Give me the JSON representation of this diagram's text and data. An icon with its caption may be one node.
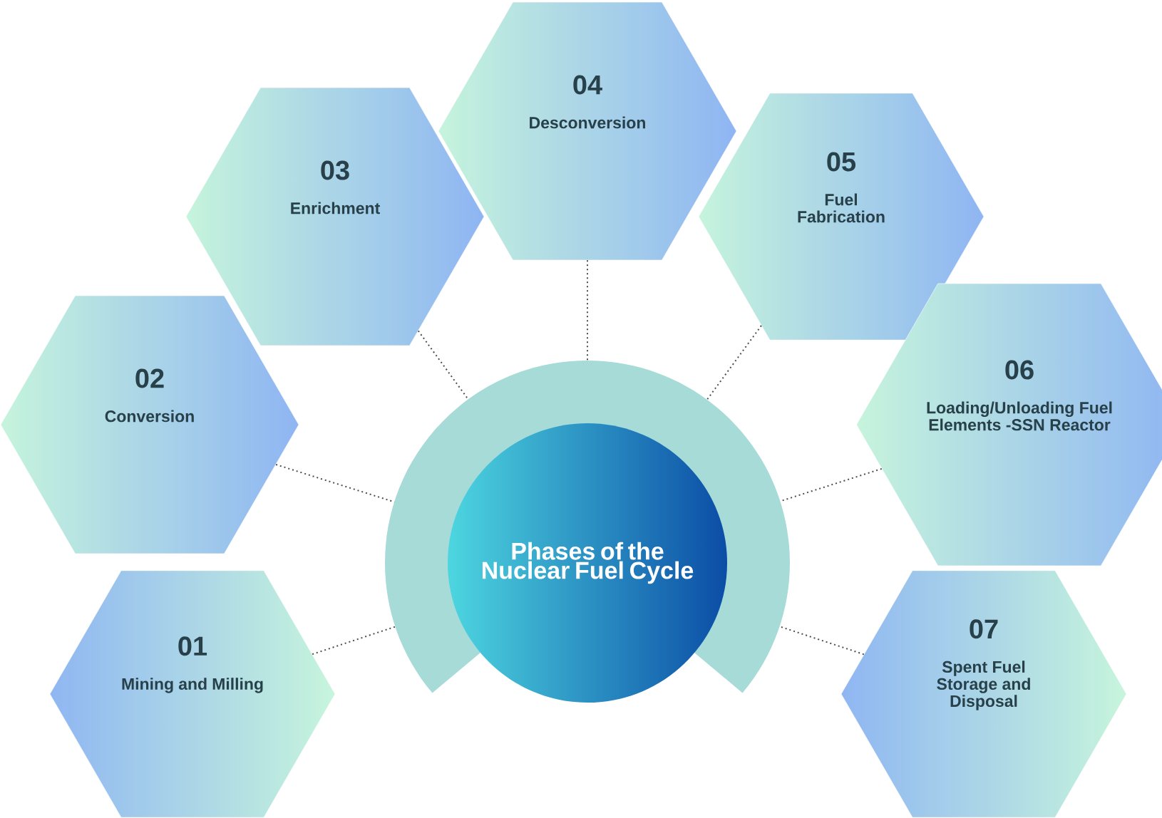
{
  "diagram": {
    "nodes": [
      {
        "text": [
          "Phases of the Nuclear Fuel Cycle"
        ]
      },
      {
        "text": [
          "01",
          "Mining and Milling"
        ]
      },
      {
        "text": [
          "02",
          "Conversion"
        ]
      },
      {
        "text": [
          "03",
          "Enrichment"
        ]
      },
      {
        "text": [
          "04",
          "Desconversion"
        ]
      },
      {
        "text": [
          "05",
          "Fuel Fabrication"
        ]
      },
      {
        "text": [
          "06",
          "Loading/Unloading Fuel Elements -SSN Reactor"
        ]
      },
      {
        "text": [
          "07",
          "Spent Fuel Storage and Disposal"
        ]
      }
    ],
    "edges": [
      {
        "from": 1,
        "to": 0,
        "arrow": "none"
      },
      {
        "from": 2,
        "to": 0,
        "arrow": "none"
      },
      {
        "from": 3,
        "to": 0,
        "arrow": "none"
      },
      {
        "from": 4,
        "to": 0,
        "arrow": "none"
      },
      {
        "from": 5,
        "to": 0,
        "arrow": "none"
      },
      {
        "from": 6,
        "to": 0,
        "arrow": "none"
      },
      {
        "from": 7,
        "to": 0,
        "arrow": "none"
      }
    ]
  }
}
